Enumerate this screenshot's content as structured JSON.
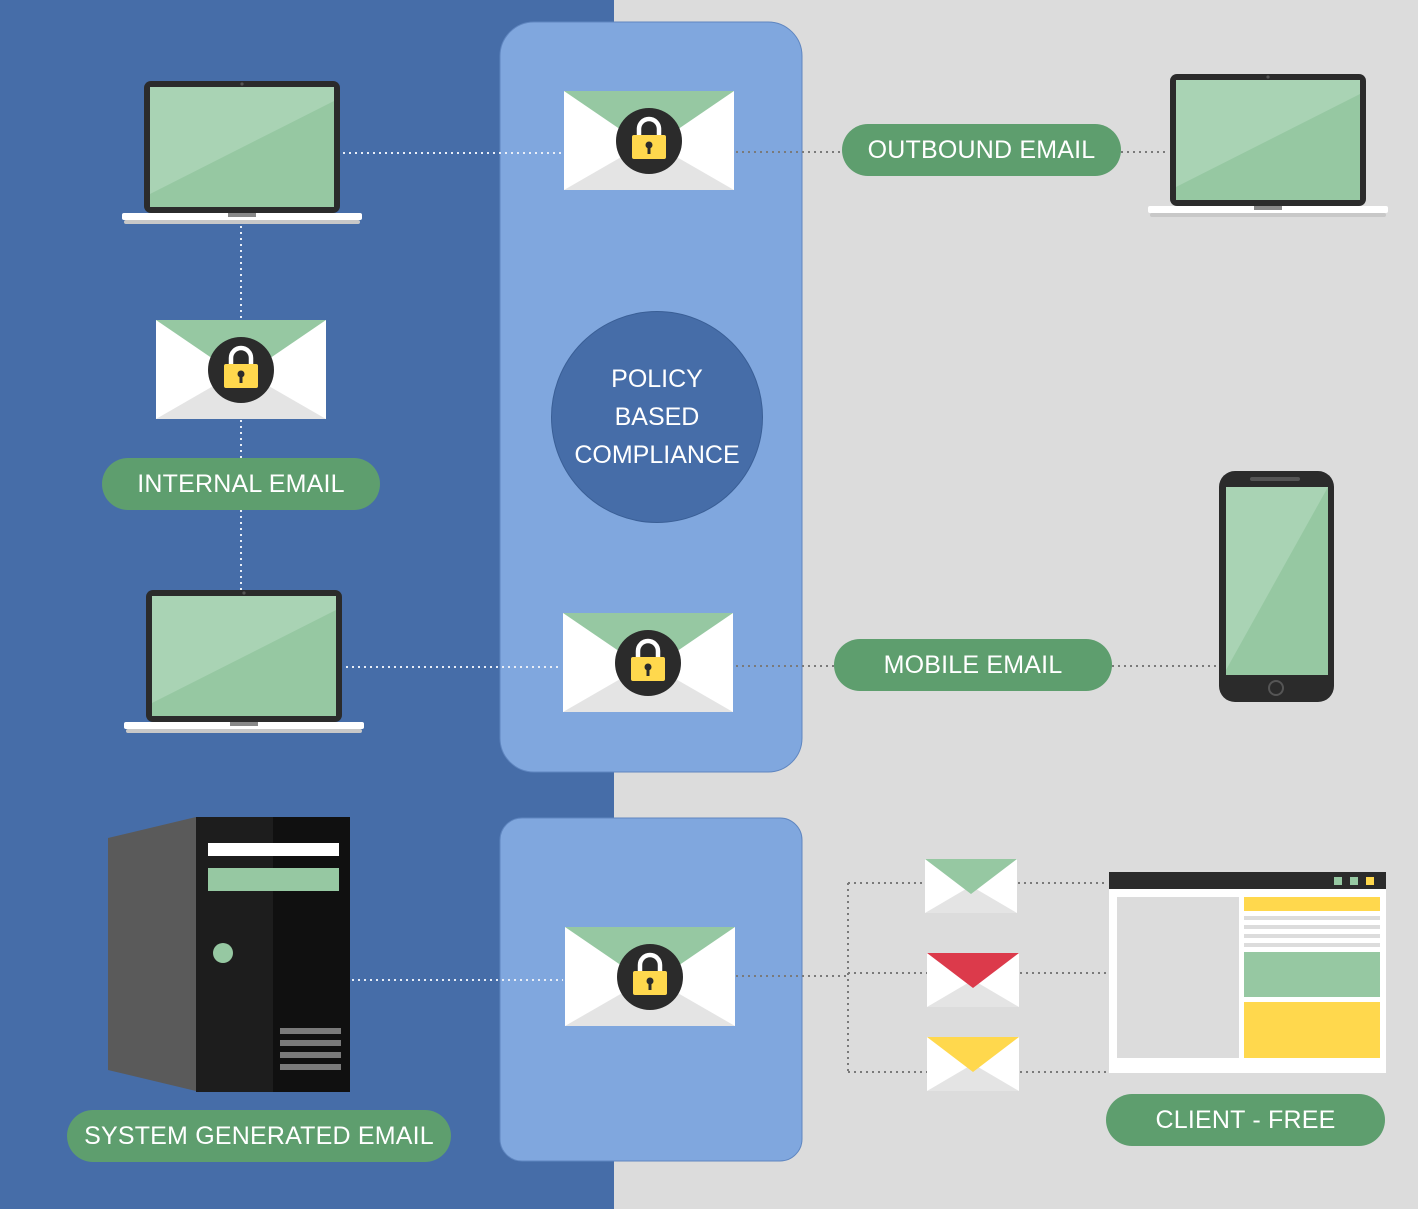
{
  "labels": {
    "outbound": "OUTBOUND EMAIL",
    "internal": "INTERNAL EMAIL",
    "mobile": "MOBILE EMAIL",
    "system": "SYSTEM GENERATED EMAIL",
    "client_free": "CLIENT - FREE"
  },
  "policy": {
    "line1": "POLICY",
    "line2": "BASED",
    "line3": "COMPLIANCE"
  },
  "colors": {
    "left_panel": "#466da8",
    "right_panel": "#dcdcdc",
    "center_panel": "#80a7de",
    "pill": "#5e9e6e",
    "screen": "#96c8a2",
    "lock": "#ffd84d",
    "envelope_red": "#dc3a4b",
    "envelope_yellow": "#ffd84d"
  },
  "icons": {
    "laptop": "laptop-icon",
    "locked_envelope": "locked-envelope-icon",
    "phone": "smartphone-icon",
    "server": "server-tower-icon",
    "browser": "browser-window-icon"
  }
}
